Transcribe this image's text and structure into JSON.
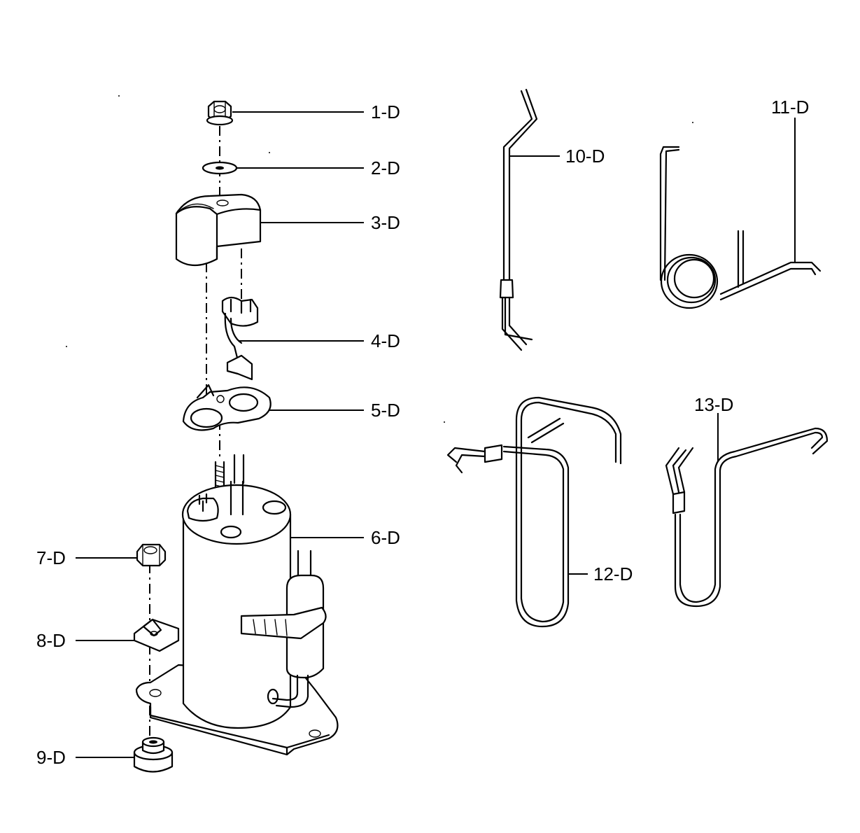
{
  "labels": {
    "p1": "1-D",
    "p2": "2-D",
    "p3": "3-D",
    "p4": "4-D",
    "p5": "5-D",
    "p6": "6-D",
    "p7": "7-D",
    "p8": "8-D",
    "p9": "9-D",
    "p10": "10-D",
    "p11": "11-D",
    "p12": "12-D",
    "p13": "13-D"
  },
  "colors": {
    "line": "#000000",
    "background": "#ffffff"
  }
}
